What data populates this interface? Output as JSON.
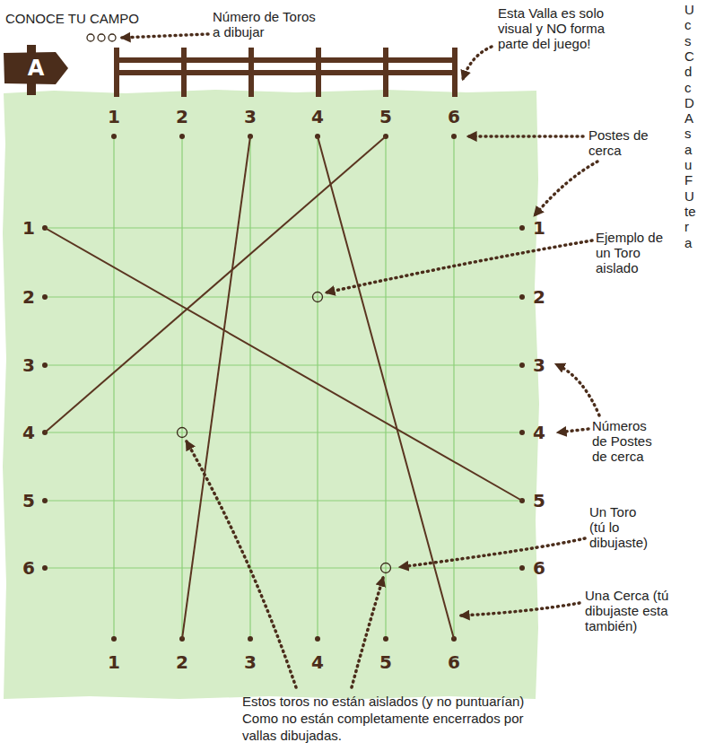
{
  "diagram": {
    "title": "CONOCE TU CAMPO",
    "nodes": [
      {
        "text": [
          "A"
        ]
      }
    ],
    "labels": [
      "Número de Toros a dibujar",
      "Esta Valla es solo visual y NO forma parte del juego!",
      "1",
      "2",
      "3",
      "4",
      "5",
      "6",
      "Postes de cerca",
      "1",
      "2",
      "3",
      "4",
      "5",
      "6",
      "1",
      "2",
      "3",
      "4",
      "5",
      "6",
      "Ejemplo de un Toro aislado",
      "Números de Postes de cerca",
      "Un Toro (tú lo dibujaste)",
      "Una Cerca (tú dibujaste esta también)",
      "1",
      "2",
      "3",
      "4",
      "5",
      "6",
      "Estos toros no están aislados (y no puntuarían) Como no están completamente encerrados por vallas dibujadas.",
      "U",
      "c",
      "s",
      "C",
      "d",
      "c",
      "D",
      "A",
      "s",
      "a",
      "u",
      "F",
      "U",
      "te",
      "r",
      "a"
    ]
  }
}
